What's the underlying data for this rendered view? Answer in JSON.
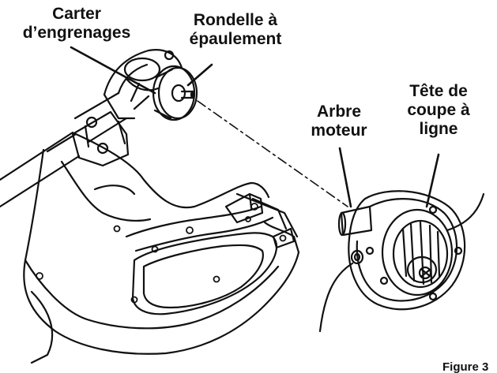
{
  "callouts": {
    "gearbox": {
      "line1": "Carter",
      "line2": "d’engrenages"
    },
    "shoulder_washer": {
      "line1": "Rondelle à",
      "line2": "épaulement"
    },
    "drive_shaft": {
      "line1": "Arbre",
      "line2": "moteur"
    },
    "trimmer_head": {
      "line1": "Tête de",
      "line2": "coupe à",
      "line3": "ligne"
    }
  },
  "figure_caption": "Figure 3"
}
